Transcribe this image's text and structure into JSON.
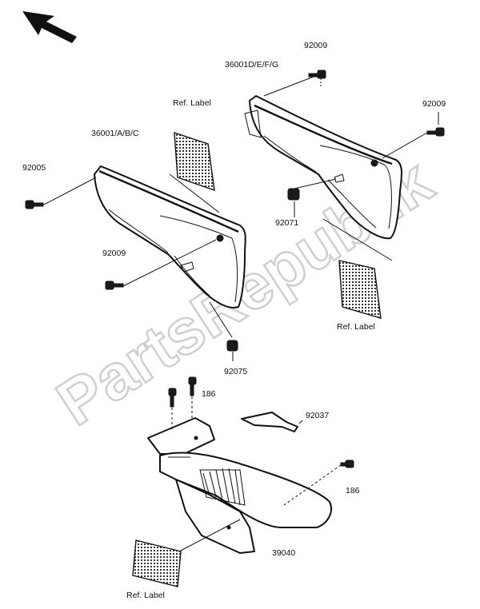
{
  "labels": {
    "screw_top": "92009",
    "cover_right_code": "36001D/E/F/G",
    "screw_right": "92009",
    "ref_label_left": "Ref. Label",
    "cover_left_code": "36001/A/B/C",
    "screw_left": "92005",
    "grommet_right": "92071",
    "screw_mid": "92009",
    "ref_label_right": "Ref. Label",
    "grommet_left": "92075",
    "bolt_top": "186",
    "bracket": "92037",
    "bolt_right": "186",
    "guard": "39040",
    "ref_label_bottom": "Ref. Label"
  },
  "watermark": "PartsRepublik",
  "icons": {
    "direction": "arrow-up-left-icon",
    "watermark_logo": "gear-icon"
  },
  "colors": {
    "ink": "#111111",
    "watermark": "#cfcfcf",
    "background": "#ffffff"
  }
}
